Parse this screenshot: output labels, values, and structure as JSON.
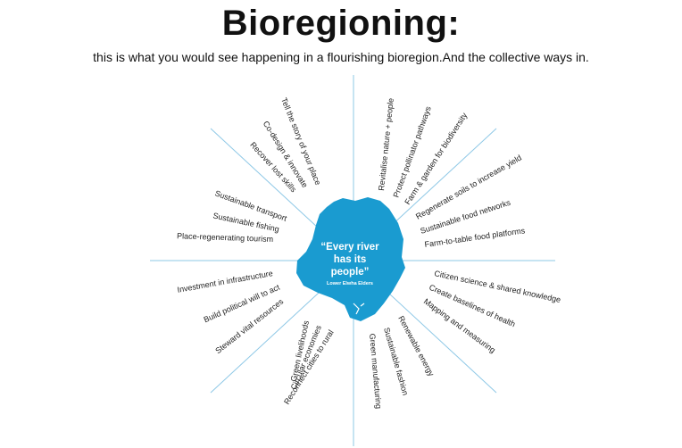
{
  "title": "Bioregioning:",
  "subtitle": "this is what you would see happening in a flourishing bioregion.And the collective ways in.",
  "colors": {
    "region": "#1a9bd0",
    "spokes": "#8ec8e6",
    "text": "#222222"
  },
  "center": {
    "quote_lines": [
      "“Every river",
      "has its",
      "people”"
    ],
    "attribution": "Lower Elwha Elders"
  },
  "sectors": [
    {
      "name": "top-right",
      "items": [
        "Revitalise nature + people",
        "Protect pollinator pathways",
        "Farm & garden for biodiversity"
      ]
    },
    {
      "name": "right-upper",
      "items": [
        "Regenerate soils to increase yield",
        "Sustainable food networks",
        "Farm-to-table food platforms"
      ]
    },
    {
      "name": "right-lower",
      "items": [
        "Citizen science & shared knowledge",
        "Create baselines of health",
        "Mapping and measuring"
      ]
    },
    {
      "name": "bottom-right",
      "items": [
        "Renewable energy",
        "Sustainable fashion",
        "Green manufacturing"
      ]
    },
    {
      "name": "bottom-left",
      "items": [
        "Green livelihoods",
        "Circular economies",
        "Reconnect cities to rural"
      ]
    },
    {
      "name": "left-lower",
      "items": [
        "Investment in infrastructure",
        "Build political will to act",
        "Steward vital resources"
      ]
    },
    {
      "name": "left-upper",
      "items": [
        "Sustainable transport",
        "Sustainable fishing",
        "Place-regenerating tourism"
      ]
    },
    {
      "name": "top-left",
      "items": [
        "Tell the story of your place",
        "Co-design & innovate",
        "Recover lost skills"
      ]
    }
  ]
}
